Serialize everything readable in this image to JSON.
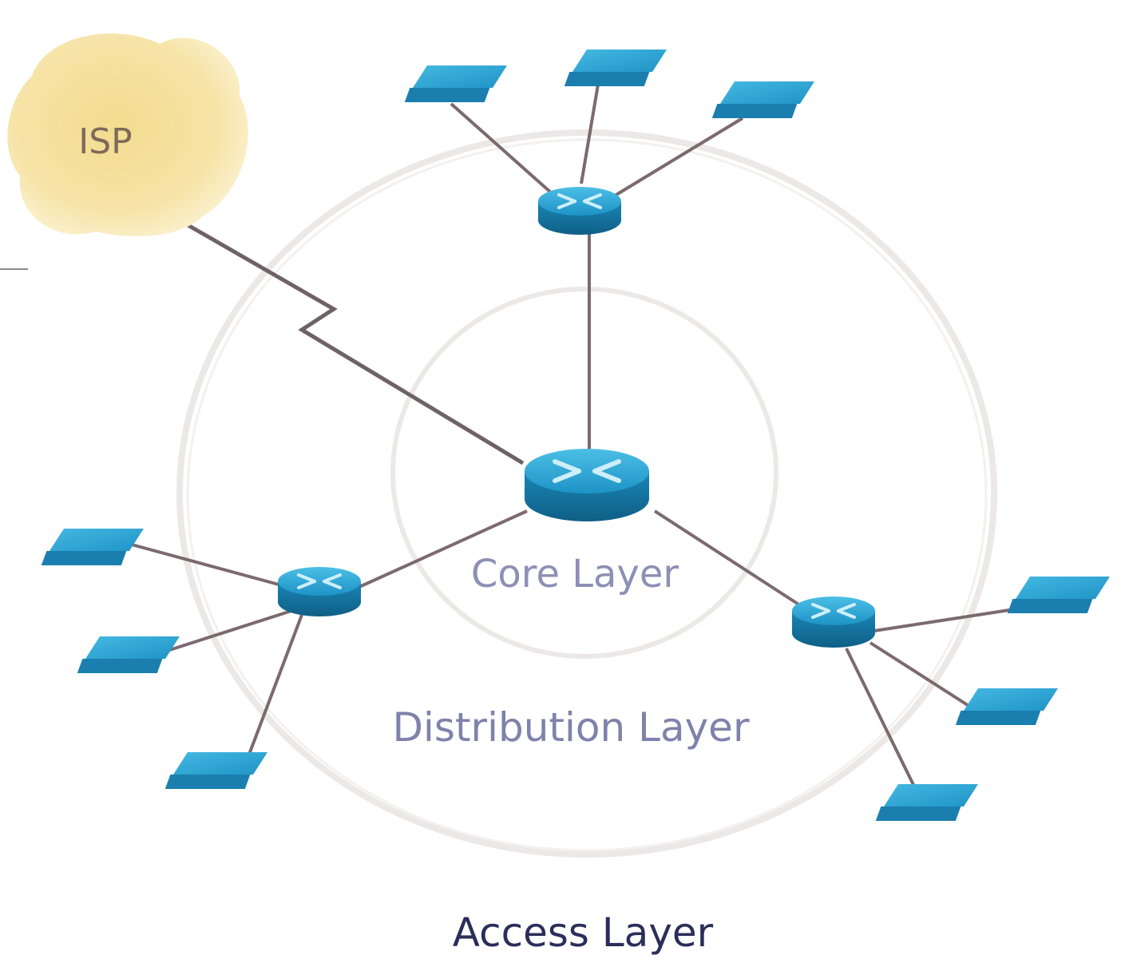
{
  "isp": {
    "label": "ISP"
  },
  "layers": {
    "core": "Core Layer",
    "distribution": "Distribution Layer",
    "access": "Access Layer"
  },
  "colors": {
    "device_top": "#2aa3d3",
    "device_side": "#157aa6",
    "device_mark": "#bfe8f7",
    "isp_cloud": "#f6e3a0",
    "ring": "#e7e2e2",
    "link": "#7b6a6f",
    "core_text": "#8d8fb5",
    "dist_text": "#7f82aa",
    "access_text": "#2b2e5a"
  }
}
